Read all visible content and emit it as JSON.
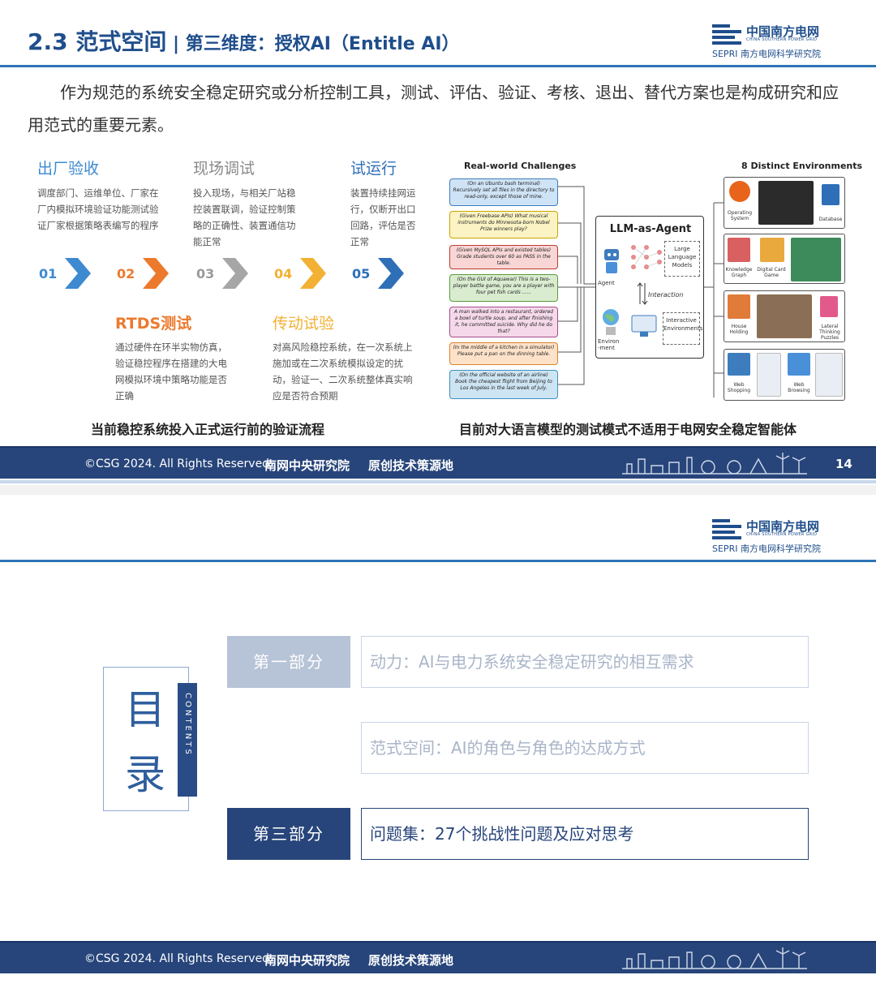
{
  "slide1": {
    "title_main": "2.3 范式空间",
    "title_sep": " | ",
    "title_sub": "第三维度：授权AI（Entitle AI）",
    "logo": {
      "cn": "中国南方电网",
      "en": "CHINA SOUTHERN POWER GRID",
      "org": "SEPRI 南方电网科学研究院"
    },
    "intro": "作为规范的系统安全稳定研究或分析控制工具，测试、评估、验证、考核、退出、替代方案也是构成研究和应用范式的重要元素。",
    "steps": [
      {
        "num": "01",
        "title": "出厂验收",
        "desc": "调度部门、运维单位、厂家在厂内模拟环境验证功能测试验证厂家根据策略表编写的程序",
        "color": "#3d8ad0"
      },
      {
        "num": "02",
        "title": "RTDS测试",
        "desc": "通过硬件在环半实物仿真，验证稳控程序在搭建的大电网模拟环境中策略功能是否正确",
        "color": "#ec7a2d"
      },
      {
        "num": "03",
        "title": "现场调试",
        "desc": "投入现场，与相关厂站稳控装置联调，验证控制策略的正确性、装置通信功能正常",
        "color": "#9a9a9a"
      },
      {
        "num": "04",
        "title": "传动试验",
        "desc": "对高风险稳控系统，在一次系统上施加或在二次系统模拟设定的扰动，验证一、二次系统整体真实响应是否符合预期",
        "color": "#f2b134"
      },
      {
        "num": "05",
        "title": "试运行",
        "desc": "装置持续挂网运行，仅断开出口回路，评估是否正常",
        "color": "#2e6fb8"
      }
    ],
    "caption_left": "当前稳控系统投入正式运行前的验证流程",
    "caption_right": "目前对大语言模型的测试模式不适用于电网安全稳定智能体",
    "figure": {
      "left_title": "Real-world Challenges",
      "right_title": "8 Distinct Environments",
      "challenges": [
        "(On an Ubuntu bash terminal) Recursively set all files in the directory to read-only, except those of mine.",
        "(Given Freebase APIs) What musical instruments do Minnesota-born Nobel Prize winners play?",
        "(Given MySQL APIs and existed tables) Grade students over 60 as PASS in the table.",
        "(On the GUI of Aquawar) This is a two-player battle game, you are a player with four pet fish cards ......",
        "A man walked into a restaurant, ordered a bowl of turtle soup, and after finishing it, he committed suicide. Why did he do that?",
        "(In the middle of a kitchen in a simulator) Please put a pan on the dinning table.",
        "(On the official website of an airline) Book the cheapest flight from Beijing to Los Angeles in the last week of July."
      ],
      "agent_title": "LLM-as-Agent",
      "agent_label": "Agent",
      "env_label": "Environ -ment",
      "llm_label": "Large Language Models",
      "interaction_label": "Interaction",
      "ie_label": "Interactive Environments",
      "environments": [
        "Operating System",
        "Database",
        "Knowledge Graph",
        "Digital Card Game",
        "House Holding",
        "Lateral Thinking Puzzles",
        "Web Shopping",
        "Web Browsing"
      ]
    },
    "footer": {
      "copyright": "©CSG 2024. All Rights Reserved",
      "org": "南网中央研究院",
      "slogan": "原创技术策源地",
      "page": "14"
    }
  },
  "slide2": {
    "logo": {
      "cn": "中国南方电网",
      "en": "CHINA SOUTHERN POWER GRID",
      "org": "SEPRI 南方电网科学研究院"
    },
    "toc_char1": "目",
    "toc_char2": "录",
    "contents_label": "CONTENTS",
    "sections": [
      {
        "label": "第一部分",
        "text": "动力：AI与电力系统安全稳定研究的相互需求",
        "active": false
      },
      {
        "label": "",
        "text": "范式空间：AI的角色与角色的达成方式",
        "active": false
      },
      {
        "label": "第三部分",
        "text": "问题集：27个挑战性问题及应对思考",
        "active": true
      }
    ],
    "footer": {
      "copyright": "©CSG 2024. All Rights Reserved",
      "org": "南网中央研究院",
      "slogan": "原创技术策源地"
    }
  }
}
